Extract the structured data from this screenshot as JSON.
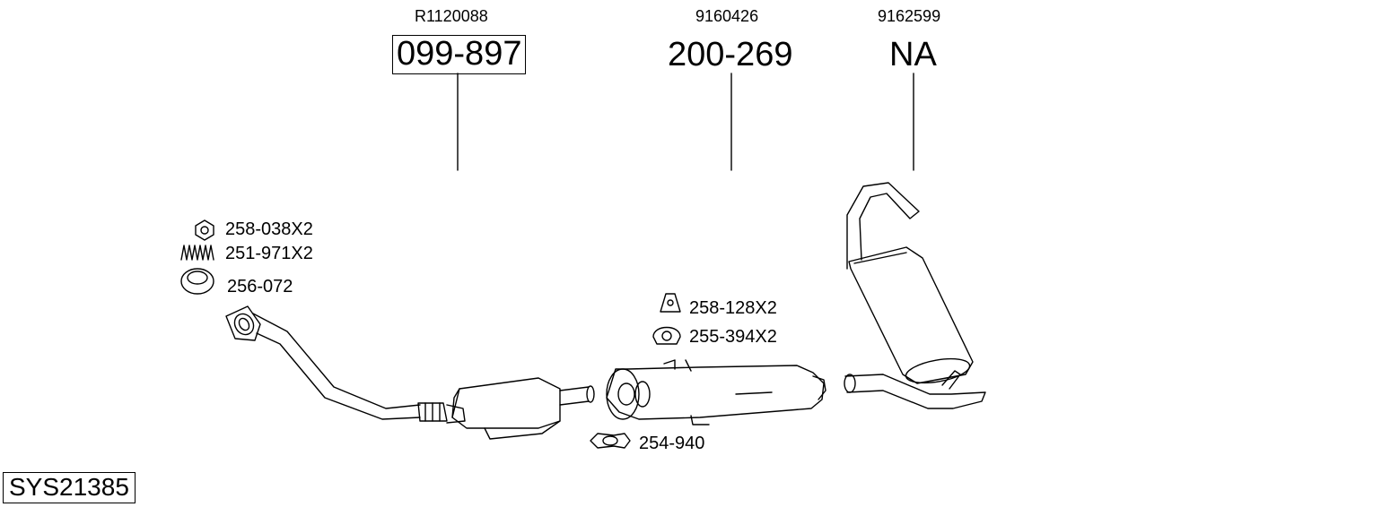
{
  "main_parts": [
    {
      "oem": "R1120088",
      "number": "099-897",
      "boxed": true
    },
    {
      "oem": "9160426",
      "number": "200-269",
      "boxed": false
    },
    {
      "oem": "9162599",
      "number": "NA",
      "boxed": false
    }
  ],
  "accessories": [
    {
      "label": "258-038X2",
      "icon": "nut-icon"
    },
    {
      "label": "251-971X2",
      "icon": "spring-icon"
    },
    {
      "label": "256-072",
      "icon": "gasket-ring-icon"
    },
    {
      "label": "258-128X2",
      "icon": "rubber-hanger-icon"
    },
    {
      "label": "255-394X2",
      "icon": "mounting-rubber-icon"
    },
    {
      "label": "254-940",
      "icon": "pipe-clamp-icon"
    }
  ],
  "system_code": "SYS21385"
}
